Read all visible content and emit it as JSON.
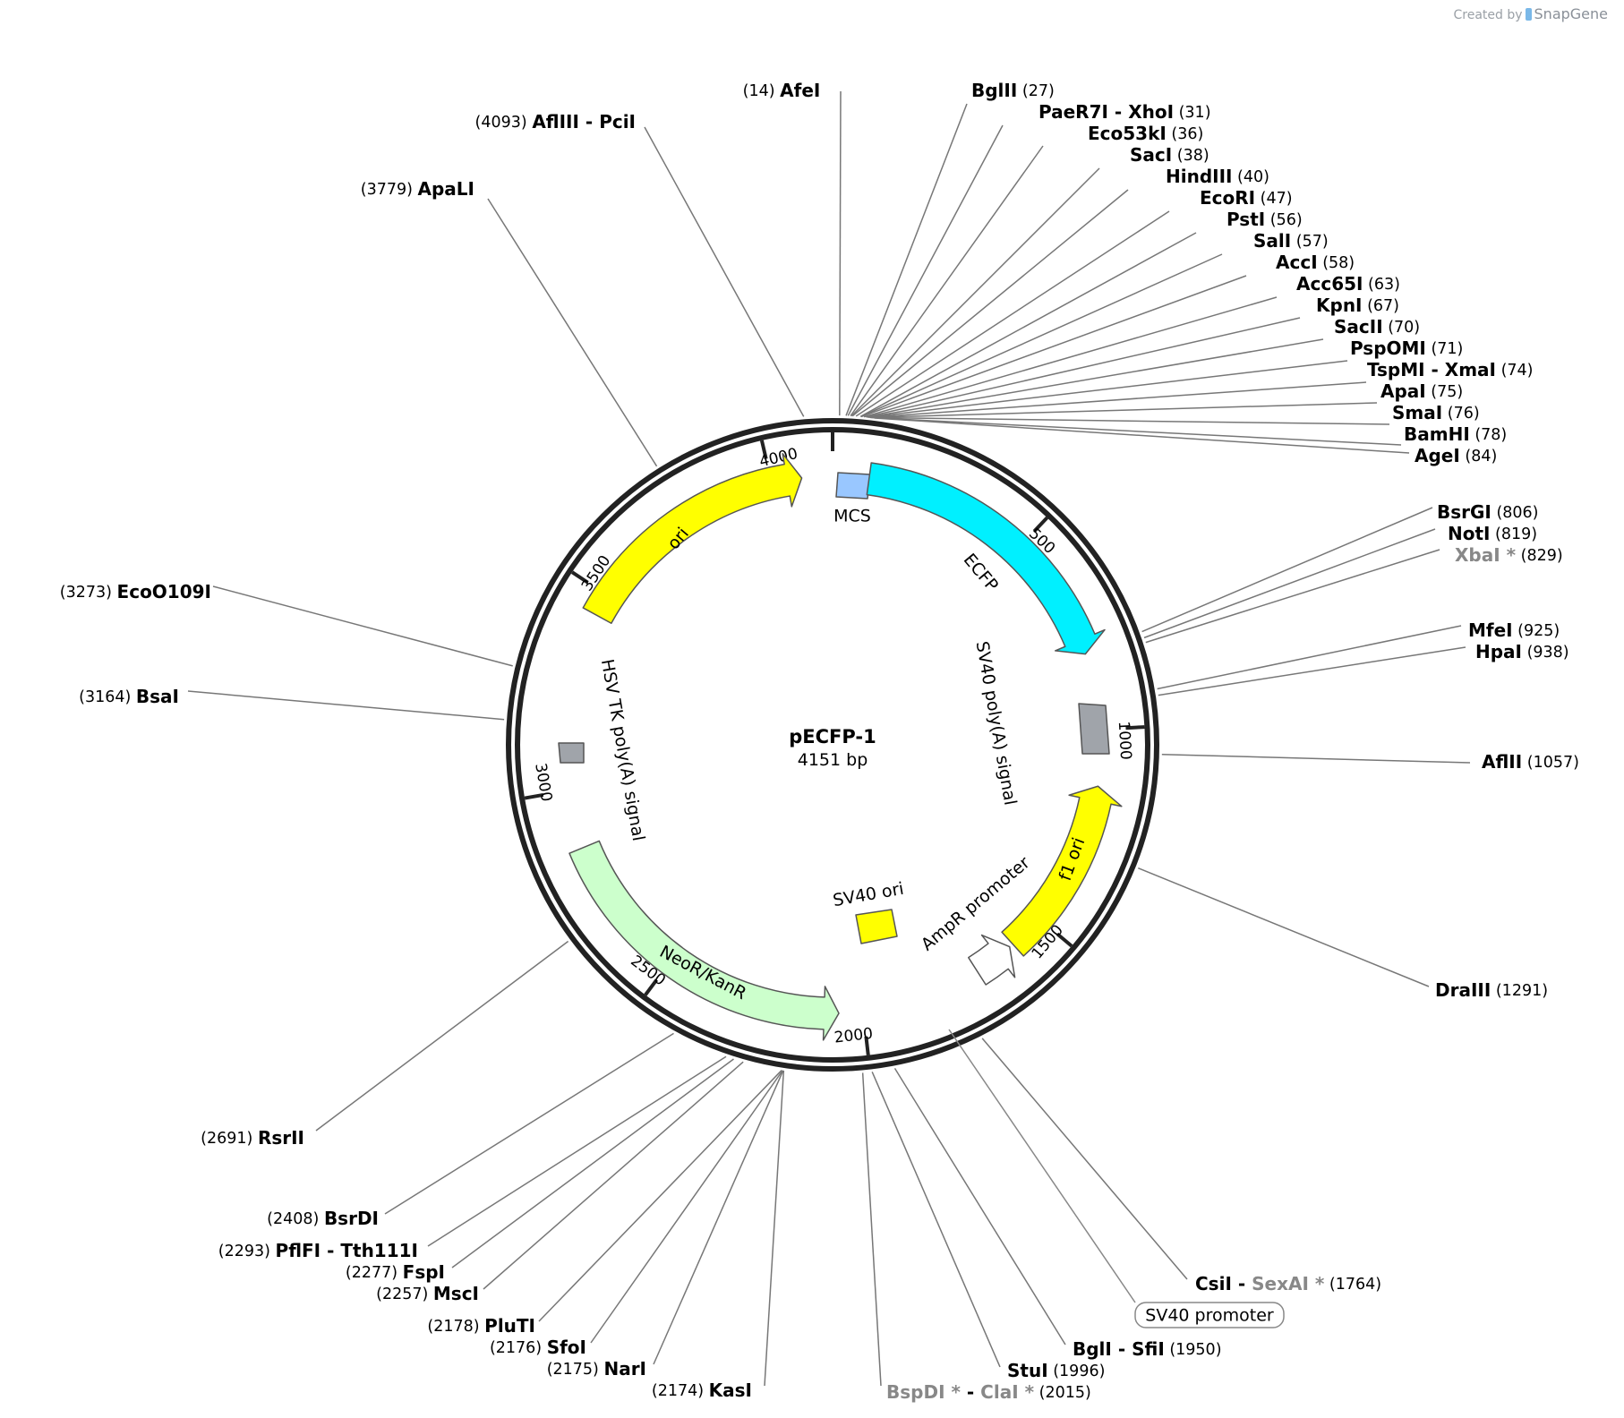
{
  "credit": {
    "prefix": "Created by",
    "brand": "SnapGene"
  },
  "plasmid": {
    "name": "pECFP-1",
    "length": 4151,
    "length_label": "4151 bp"
  },
  "ticks": [
    {
      "pos": 500,
      "label": "500"
    },
    {
      "pos": 1000,
      "label": "1000"
    },
    {
      "pos": 1500,
      "label": "1500"
    },
    {
      "pos": 2000,
      "label": "2000"
    },
    {
      "pos": 2500,
      "label": "2500"
    },
    {
      "pos": 3000,
      "label": "3000"
    },
    {
      "pos": 3500,
      "label": "3500"
    },
    {
      "pos": 4000,
      "label": "4000"
    }
  ],
  "features": [
    {
      "name": "MCS",
      "type": "box",
      "start": 6,
      "end": 80,
      "color": "#99c7ff"
    },
    {
      "name": "ECFP",
      "type": "arrow",
      "start": 90,
      "end": 810,
      "strand": 1,
      "color": "#00f0ff"
    },
    {
      "name": "SV40 poly(A) signal",
      "type": "box",
      "start": 970,
      "end": 1090,
      "color": "#a0a4aa"
    },
    {
      "name": "f1 ori",
      "type": "arrow",
      "start": 1140,
      "end": 1590,
      "strand": -1,
      "color": "#ffff00"
    },
    {
      "name": "AmpR promoter",
      "type": "arrow",
      "start": 1600,
      "end": 1700,
      "strand": -1,
      "color": "#ffffff"
    },
    {
      "name": "SV40 ori",
      "type": "box",
      "start": 1850,
      "end": 1985,
      "color": "#ffff00"
    },
    {
      "name": "SV40 promoter",
      "type": "arrow",
      "start": 1705,
      "end": 2035,
      "strand": -1,
      "color": "#ffffff"
    },
    {
      "name": "NeoR/KanR",
      "type": "arrow",
      "start": 2060,
      "end": 2855,
      "strand": -1,
      "color": "#ccffcc"
    },
    {
      "name": "HSV TK poly(A) signal",
      "type": "box",
      "start": 3210,
      "end": 3255,
      "color": "#a0a4aa"
    },
    {
      "name": "ori",
      "type": "arrow",
      "start": 3445,
      "end": 4075,
      "strand": 1,
      "color": "#ffff00"
    }
  ],
  "sites": [
    {
      "names": [
        "AfeI"
      ],
      "pos": "(14)",
      "site": 14
    },
    {
      "names": [
        "BglII"
      ],
      "pos": "(27)",
      "site": 27
    },
    {
      "names": [
        "PaeR7I",
        "XhoI"
      ],
      "pos": "(31)",
      "site": 31
    },
    {
      "names": [
        "Eco53kI"
      ],
      "pos": "(36)",
      "site": 36
    },
    {
      "names": [
        "SacI"
      ],
      "pos": "(38)",
      "site": 38
    },
    {
      "names": [
        "HindIII"
      ],
      "pos": "(40)",
      "site": 40
    },
    {
      "names": [
        "EcoRI"
      ],
      "pos": "(47)",
      "site": 47
    },
    {
      "names": [
        "PstI"
      ],
      "pos": "(56)",
      "site": 56
    },
    {
      "names": [
        "SalI"
      ],
      "pos": "(57)",
      "site": 57
    },
    {
      "names": [
        "AccI"
      ],
      "pos": "(58)",
      "site": 58
    },
    {
      "names": [
        "Acc65I"
      ],
      "pos": "(63)",
      "site": 63
    },
    {
      "names": [
        "KpnI"
      ],
      "pos": "(67)",
      "site": 67
    },
    {
      "names": [
        "SacII"
      ],
      "pos": "(70)",
      "site": 70
    },
    {
      "names": [
        "PspOMI"
      ],
      "pos": "(71)",
      "site": 71
    },
    {
      "names": [
        "TspMI",
        "XmaI"
      ],
      "pos": "(74)",
      "site": 74
    },
    {
      "names": [
        "ApaI"
      ],
      "pos": "(75)",
      "site": 75
    },
    {
      "names": [
        "SmaI"
      ],
      "pos": "(76)",
      "site": 76
    },
    {
      "names": [
        "BamHI"
      ],
      "pos": "(78)",
      "site": 78
    },
    {
      "names": [
        "AgeI"
      ],
      "pos": "(84)",
      "site": 84
    },
    {
      "names": [
        "BsrGI"
      ],
      "pos": "(806)",
      "site": 806
    },
    {
      "names": [
        "NotI"
      ],
      "pos": "(819)",
      "site": 819
    },
    {
      "names": [
        "XbaI *"
      ],
      "pos": "(829)",
      "site": 829,
      "star": true
    },
    {
      "names": [
        "MfeI"
      ],
      "pos": "(925)",
      "site": 925
    },
    {
      "names": [
        "HpaI"
      ],
      "pos": "(938)",
      "site": 938
    },
    {
      "names": [
        "AflII"
      ],
      "pos": "(1057)",
      "site": 1057
    },
    {
      "names": [
        "DraIII"
      ],
      "pos": "(1291)",
      "site": 1291
    },
    {
      "names": [
        "CsiI",
        "SexAI *"
      ],
      "pos": "(1764)",
      "site": 1764,
      "star2": true
    },
    {
      "names": [
        "BglI",
        "SfiI"
      ],
      "pos": "(1950)",
      "site": 1950
    },
    {
      "names": [
        "StuI"
      ],
      "pos": "(1996)",
      "site": 1996
    },
    {
      "names": [
        "BspDI *",
        "ClaI *"
      ],
      "pos": "(2015)",
      "site": 2015,
      "star": true,
      "star2": true
    },
    {
      "names": [
        "KasI"
      ],
      "pos": "(2174)",
      "site": 2174
    },
    {
      "names": [
        "NarI"
      ],
      "pos": "(2175)",
      "site": 2175
    },
    {
      "names": [
        "SfoI"
      ],
      "pos": "(2176)",
      "site": 2176
    },
    {
      "names": [
        "PluTI"
      ],
      "pos": "(2178)",
      "site": 2178
    },
    {
      "names": [
        "MscI"
      ],
      "pos": "(2257)",
      "site": 2257
    },
    {
      "names": [
        "FspI"
      ],
      "pos": "(2277)",
      "site": 2277
    },
    {
      "names": [
        "PflFI",
        "Tth111I"
      ],
      "pos": "(2293)",
      "site": 2293
    },
    {
      "names": [
        "BsrDI"
      ],
      "pos": "(2408)",
      "site": 2408
    },
    {
      "names": [
        "RsrII"
      ],
      "pos": "(2691)",
      "site": 2691
    },
    {
      "names": [
        "BsaI"
      ],
      "pos": "(3164)",
      "site": 3164
    },
    {
      "names": [
        "EcoO109I"
      ],
      "pos": "(3273)",
      "site": 3273
    },
    {
      "names": [
        "ApaLI"
      ],
      "pos": "(3779)",
      "site": 3779
    },
    {
      "names": [
        "AflIII",
        "PciI"
      ],
      "pos": "(4093)",
      "site": 4093
    }
  ]
}
